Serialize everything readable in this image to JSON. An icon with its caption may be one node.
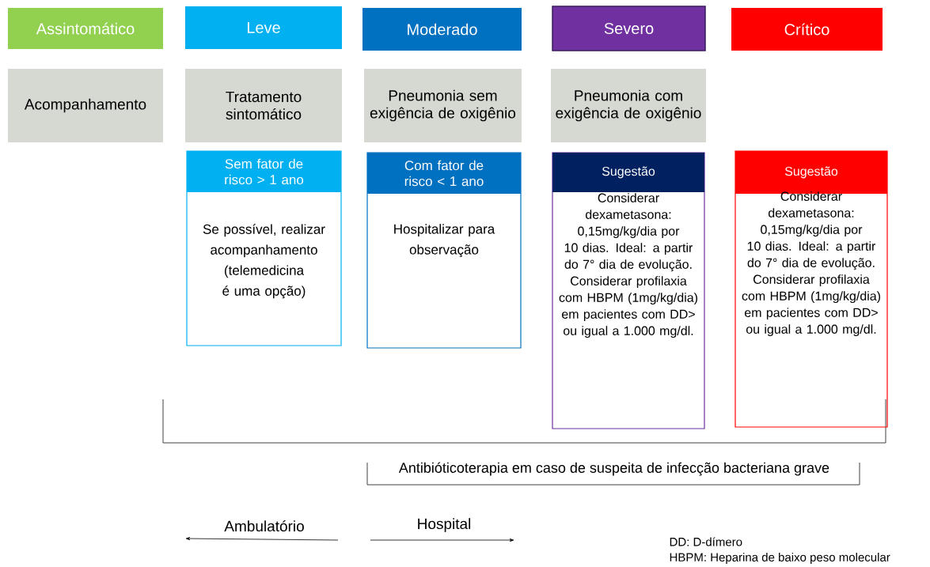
{
  "diagram": {
    "nodes": [
      {
        "text": [
          "Assintomático"
        ]
      },
      {
        "text": [
          "Leve"
        ]
      },
      {
        "text": [
          "Moderado"
        ]
      },
      {
        "text": [
          "Severo"
        ]
      },
      {
        "text": [
          "Crítico"
        ]
      },
      {
        "text": [
          "Acompanhamento"
        ]
      },
      {
        "text": [
          "Tratamento sintomático"
        ]
      },
      {
        "text": [
          "Pneumonia sem exigência de oxigênio"
        ]
      },
      {
        "text": [
          "Pneumonia com exigência de oxigênio"
        ]
      },
      {
        "text": [
          "Sem fator de risco > 1 ano",
          "Se possível, realizar acompanhamento (telemedicina é uma opção)"
        ]
      },
      {
        "text": [
          "Com fator de risco < 1 ano",
          "Hospitalizar para observação"
        ]
      },
      {
        "text": [
          "Sugestão",
          "Considerar dexametasona: 0,15mg/kg/dia por 10 dias. Ideal: a partir do 7° dia de evolução. Considerar profilaxia com HBPM (1mg/kg/dia) em pacientes com DD> ou igual a 1.000 mg/dl."
        ]
      },
      {
        "text": [
          "Sugestão",
          "Considerar dexametasona: 0,15mg/kg/dia por 10 dias. Ideal: a partir do 7° dia de evolução. Considerar profilaxia com HBPM (1mg/kg/dia) em pacientes com DD> ou igual a 1.000 mg/dl."
        ]
      }
    ],
    "labels": [
      "Antibióticoterapia em caso de suspeita de infecção bacteriana grave",
      "Ambulatório",
      "Hospital",
      "DD: D-dímero",
      "HBPM: Heparina de baixo peso molecular"
    ]
  }
}
